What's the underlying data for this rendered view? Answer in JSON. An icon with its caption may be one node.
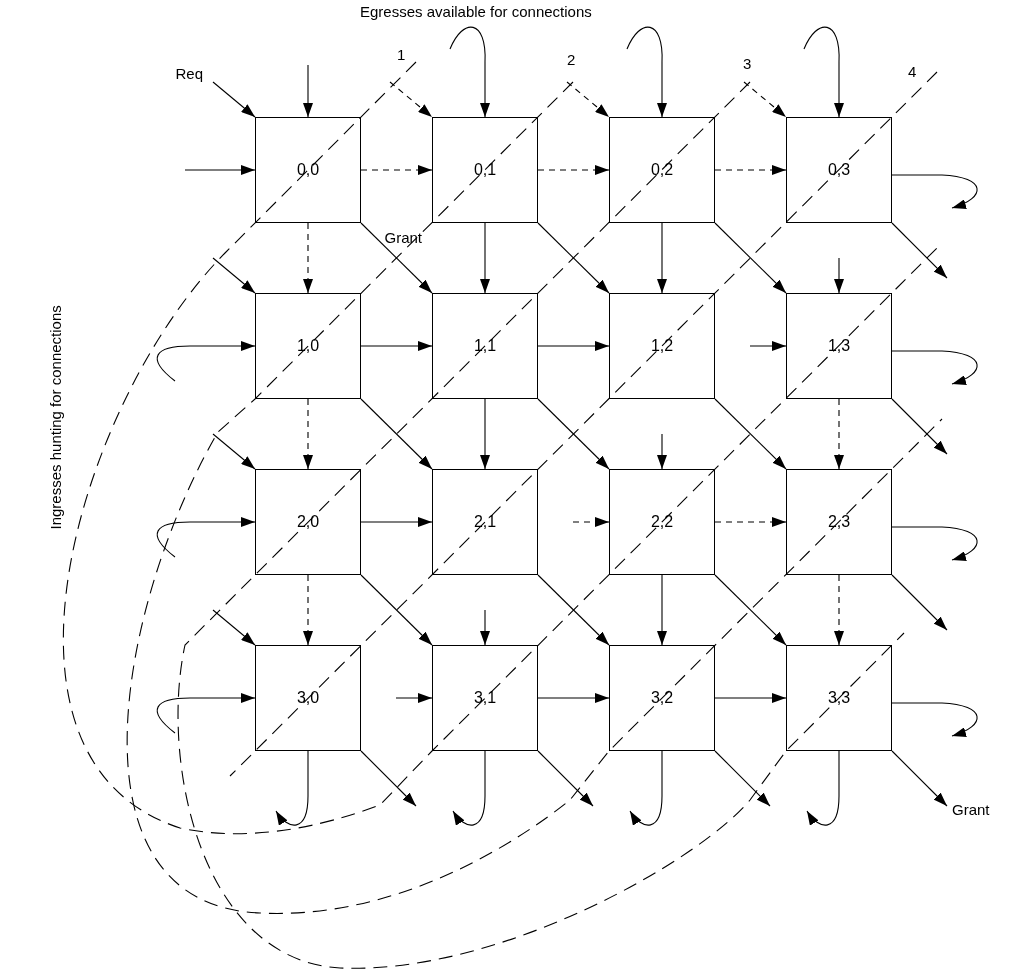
{
  "diagram": {
    "nodes": [
      {
        "text": [
          "0,0"
        ]
      },
      {
        "text": [
          "0,1"
        ]
      },
      {
        "text": [
          "0,2"
        ]
      },
      {
        "text": [
          "0,3"
        ]
      },
      {
        "text": [
          "1,0"
        ]
      },
      {
        "text": [
          "1,1"
        ]
      },
      {
        "text": [
          "1,2"
        ]
      },
      {
        "text": [
          "1,3"
        ]
      },
      {
        "text": [
          "2,0"
        ]
      },
      {
        "text": [
          "2,1"
        ]
      },
      {
        "text": [
          "2,2"
        ]
      },
      {
        "text": [
          "2,3"
        ]
      },
      {
        "text": [
          "3,0"
        ]
      },
      {
        "text": [
          "3,1"
        ]
      },
      {
        "text": [
          "3,2"
        ]
      },
      {
        "text": [
          "3,3"
        ]
      }
    ],
    "edges": [
      {
        "from": null,
        "to": 0,
        "arrow": "to",
        "label": "Req"
      },
      {
        "from": null,
        "to": 0,
        "arrow": "to"
      },
      {
        "from": null,
        "to": 0,
        "arrow": "to"
      },
      {
        "from": 0,
        "to": 1,
        "arrow": "to",
        "style": "dashed"
      },
      {
        "from": 1,
        "to": 2,
        "arrow": "to",
        "style": "dashed"
      },
      {
        "from": 2,
        "to": 3,
        "arrow": "to",
        "style": "dashed"
      },
      {
        "from": null,
        "to": 1,
        "arrow": "to",
        "style": "dashed"
      },
      {
        "from": null,
        "to": 1,
        "arrow": "to"
      },
      {
        "from": null,
        "to": 2,
        "arrow": "to",
        "style": "dashed"
      },
      {
        "from": null,
        "to": 2,
        "arrow": "to"
      },
      {
        "from": null,
        "to": 3,
        "arrow": "to",
        "style": "dashed"
      },
      {
        "from": null,
        "to": 3,
        "arrow": "to"
      },
      {
        "from": 3,
        "to": null,
        "arrow": "to"
      },
      {
        "from": 0,
        "to": 4,
        "arrow": "to",
        "style": "dashed"
      },
      {
        "from": 1,
        "to": 5,
        "arrow": "to"
      },
      {
        "from": 2,
        "to": 6,
        "arrow": "to"
      },
      {
        "from": null,
        "to": 7,
        "arrow": "to"
      },
      {
        "from": 0,
        "to": 5,
        "arrow": "to",
        "label": "Grant"
      },
      {
        "from": 1,
        "to": 6,
        "arrow": "to"
      },
      {
        "from": 2,
        "to": 7,
        "arrow": "to"
      },
      {
        "from": 3,
        "to": null,
        "arrow": "to"
      },
      {
        "from": null,
        "to": 4,
        "arrow": "to"
      },
      {
        "from": null,
        "to": 4,
        "arrow": "to"
      },
      {
        "from": 4,
        "to": 5,
        "arrow": "to"
      },
      {
        "from": 5,
        "to": 6,
        "arrow": "to"
      },
      {
        "from": null,
        "to": 7,
        "arrow": "to"
      },
      {
        "from": 7,
        "to": null,
        "arrow": "to"
      },
      {
        "from": 4,
        "to": 8,
        "arrow": "to",
        "style": "dashed"
      },
      {
        "from": 5,
        "to": 9,
        "arrow": "to"
      },
      {
        "from": null,
        "to": 10,
        "arrow": "to"
      },
      {
        "from": 7,
        "to": 11,
        "arrow": "to",
        "style": "dashed"
      },
      {
        "from": 4,
        "to": 9,
        "arrow": "to"
      },
      {
        "from": 5,
        "to": 10,
        "arrow": "to"
      },
      {
        "from": 6,
        "to": 11,
        "arrow": "to"
      },
      {
        "from": 7,
        "to": null,
        "arrow": "to"
      },
      {
        "from": null,
        "to": 8,
        "arrow": "to"
      },
      {
        "from": null,
        "to": 8,
        "arrow": "to"
      },
      {
        "from": 8,
        "to": 9,
        "arrow": "to"
      },
      {
        "from": null,
        "to": 10,
        "arrow": "to",
        "style": "dashed"
      },
      {
        "from": 10,
        "to": 11,
        "arrow": "to",
        "style": "dashed"
      },
      {
        "from": 11,
        "to": null,
        "arrow": "to"
      },
      {
        "from": 8,
        "to": 12,
        "arrow": "to",
        "style": "dashed"
      },
      {
        "from": null,
        "to": 13,
        "arrow": "to"
      },
      {
        "from": 10,
        "to": 14,
        "arrow": "to"
      },
      {
        "from": 11,
        "to": 15,
        "arrow": "to",
        "style": "dashed"
      },
      {
        "from": 8,
        "to": 13,
        "arrow": "to"
      },
      {
        "from": 9,
        "to": 14,
        "arrow": "to"
      },
      {
        "from": 10,
        "to": 15,
        "arrow": "to"
      },
      {
        "from": 11,
        "to": null,
        "arrow": "to"
      },
      {
        "from": null,
        "to": 12,
        "arrow": "to"
      },
      {
        "from": null,
        "to": 12,
        "arrow": "to"
      },
      {
        "from": null,
        "to": 13,
        "arrow": "to"
      },
      {
        "from": 13,
        "to": 14,
        "arrow": "to"
      },
      {
        "from": 14,
        "to": 15,
        "arrow": "to"
      },
      {
        "from": 15,
        "to": null,
        "arrow": "to"
      },
      {
        "from": 12,
        "to": null,
        "arrow": "to"
      },
      {
        "from": 12,
        "to": null,
        "arrow": "to"
      },
      {
        "from": 13,
        "to": null,
        "arrow": "to"
      },
      {
        "from": 13,
        "to": null,
        "arrow": "to"
      },
      {
        "from": 14,
        "to": null,
        "arrow": "to"
      },
      {
        "from": 14,
        "to": null,
        "arrow": "to"
      },
      {
        "from": 15,
        "to": null,
        "arrow": "to"
      },
      {
        "from": 15,
        "to": null,
        "arrow": "to",
        "label": "Grant"
      }
    ],
    "labels": [
      "Egresses available for connections",
      "1",
      "2",
      "3",
      "4",
      "Ingresses hunting for connections"
    ]
  }
}
